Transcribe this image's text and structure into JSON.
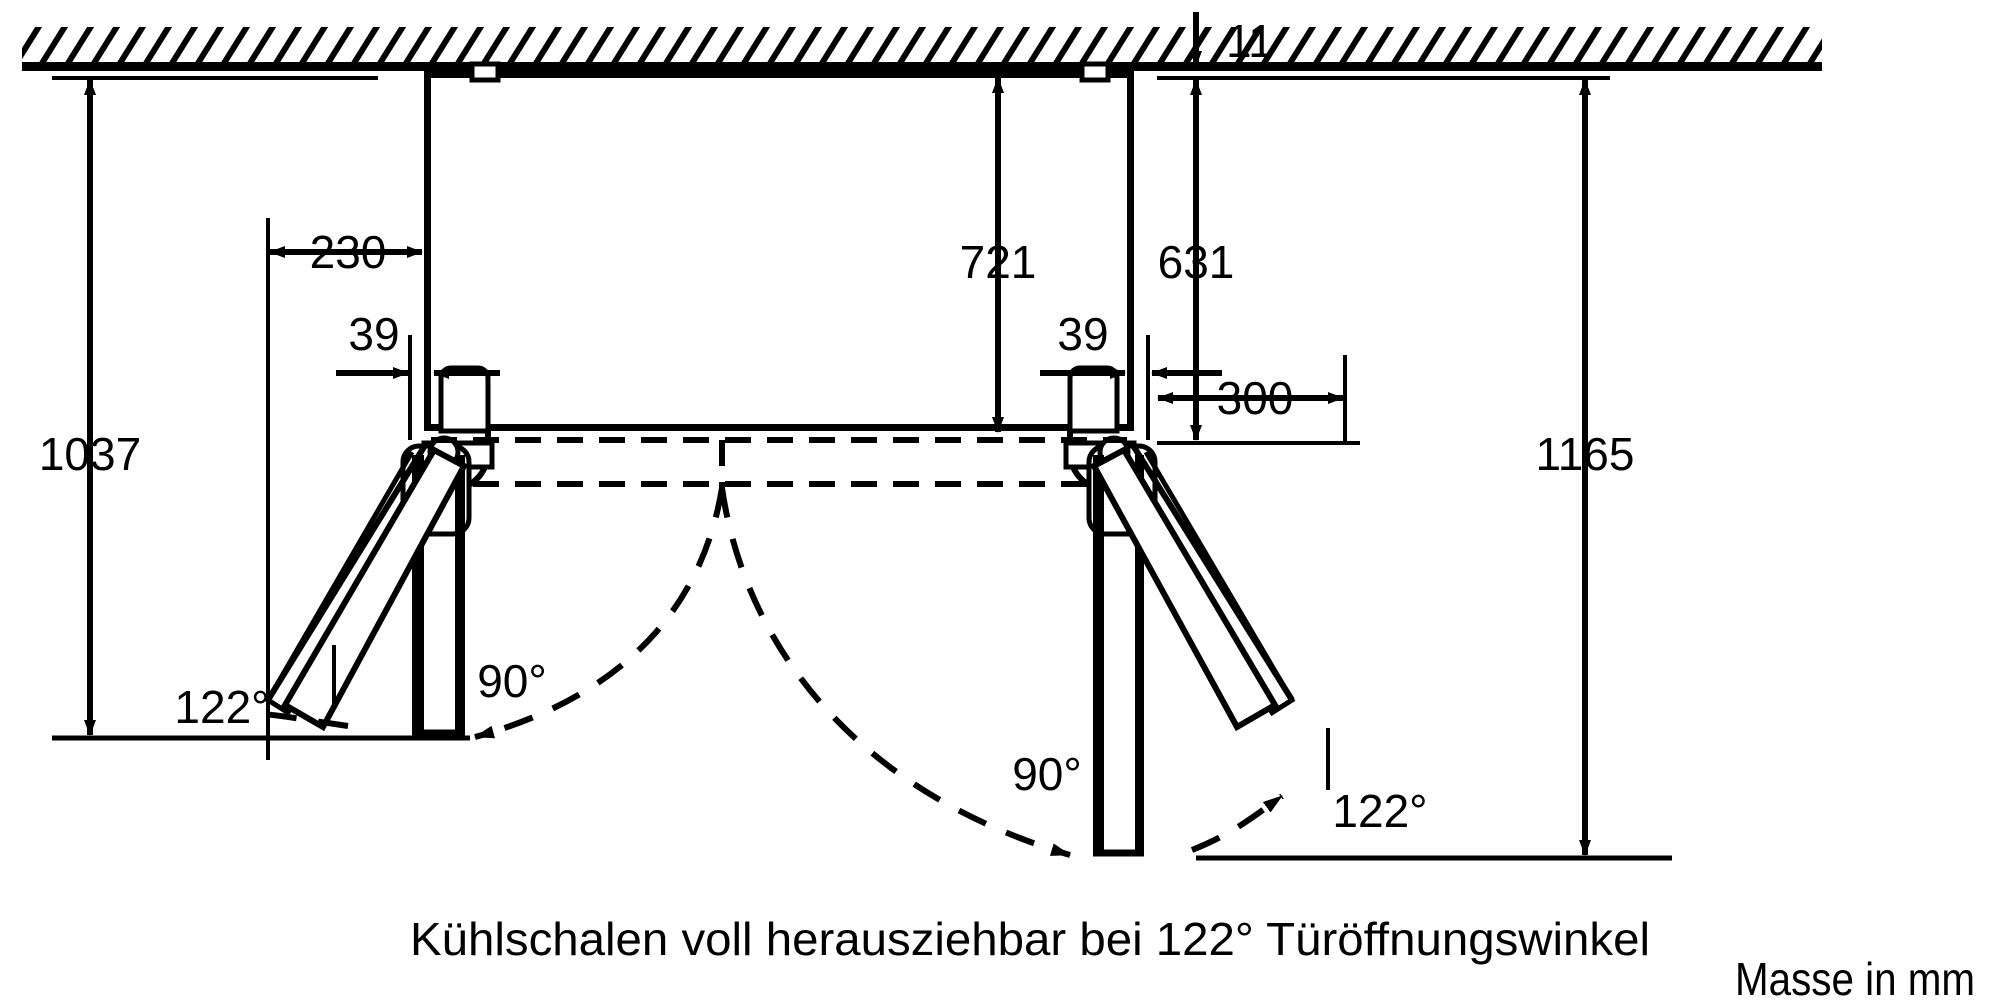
{
  "drawing": {
    "title": "Refrigerator door opening clearance plan view",
    "units_note": "Masse in mm",
    "caption": "Kühlschalen voll herausziehbar bei 122° Türöffnungswinkel",
    "stroke_color": "#000000",
    "background_color": "#ffffff"
  },
  "dimensions": {
    "d_11": "11",
    "d_230": "230",
    "d_39_left": "39",
    "d_39_right": "39",
    "d_721": "721",
    "d_631": "631",
    "d_300": "300",
    "d_1037": "1037",
    "d_1165": "1165"
  },
  "angles": {
    "left_122": "122°",
    "left_90": "90°",
    "right_90": "90°",
    "right_122": "122°"
  }
}
